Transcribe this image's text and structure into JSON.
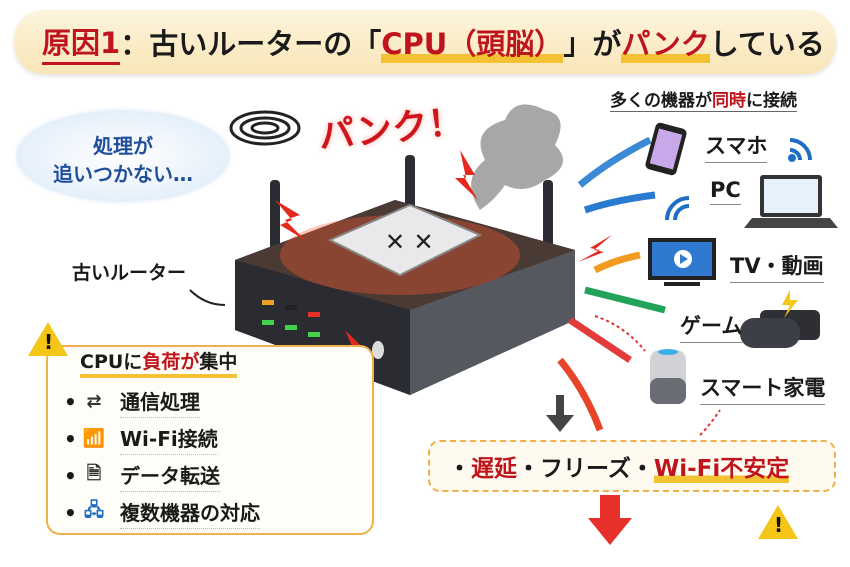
{
  "title": {
    "cause": "原因1",
    "colon": "：",
    "part1": "古いルーターの「",
    "cpu": "CPU（頭脳）",
    "part2": "」が",
    "punk": "パンク",
    "part3": "している"
  },
  "bubble": {
    "line1": "処理が",
    "line2": "追いつかない…"
  },
  "router_label": "古いルーター",
  "panic_text": "パンク！",
  "warning_box": {
    "heading_a": "CPUに",
    "heading_b": "負荷が",
    "heading_c": "集中",
    "items": [
      {
        "icon": "arrows-exchange-icon",
        "glyph": "⇄",
        "label": "通信処理"
      },
      {
        "icon": "wifi-icon",
        "glyph": "📶",
        "label": "Wi-Fi接続"
      },
      {
        "icon": "document-transfer-icon",
        "glyph": "🗎",
        "label": "データ転送"
      },
      {
        "icon": "network-devices-icon",
        "glyph": "🖧",
        "label": "複数機器の対応"
      }
    ]
  },
  "devices": {
    "header_a": "多くの機器が",
    "header_b": "同時",
    "header_c": "に接続",
    "items": [
      "スマホ",
      "PC",
      "TV・動画",
      "ゲーム",
      "スマート家電"
    ]
  },
  "result": {
    "bullet": "・",
    "delay": "遅延",
    "freeze": "フリーズ",
    "wifi": "Wi-Fi不安定"
  },
  "colors": {
    "accent_red": "#c0141c",
    "highlight": "#f3c233",
    "blue": "#1f4e9c"
  }
}
